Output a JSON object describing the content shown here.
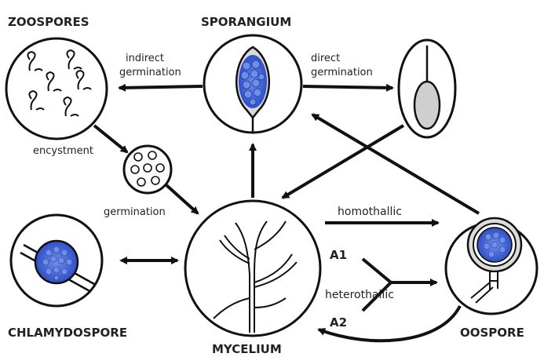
{
  "labels": {
    "zoospores": "ZOOSPORES",
    "sporangium": "SPORANGIUM",
    "chlamydospore": "CHLAMYDOSPORE",
    "mycelium": "MYCELIUM",
    "oospore": "OOSPORE"
  },
  "arrow_labels": {
    "indirect_1": "indirect",
    "indirect_2": "germination",
    "direct_1": "direct",
    "direct_2": "germination",
    "encystment": "encystment",
    "germination": "germination",
    "homothallic": "homothallic",
    "heterothallic": "heterothallic",
    "a1": "A1",
    "a2": "A2"
  },
  "colors": {
    "spore_blue": "#2f4fc8",
    "spore_light": "#6f8ee6",
    "stroke": "#111111",
    "gray_fill": "#c9c9c9"
  }
}
